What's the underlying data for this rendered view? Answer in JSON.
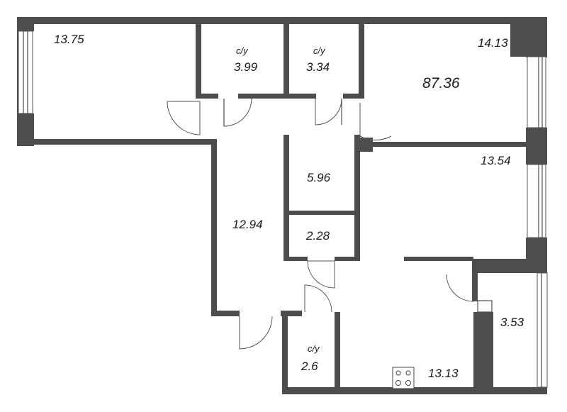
{
  "plan": {
    "total_area": "87.36",
    "rooms": [
      {
        "id": "room-left",
        "area": "13.75"
      },
      {
        "id": "room-top-right",
        "area": "14.13"
      },
      {
        "id": "bathroom-1",
        "label": "с/у",
        "area": "3.99"
      },
      {
        "id": "bathroom-2",
        "label": "с/у",
        "area": "3.34"
      },
      {
        "id": "storage",
        "area": "5.96"
      },
      {
        "id": "room-right",
        "area": "13.54"
      },
      {
        "id": "hallway",
        "area": "12.94"
      },
      {
        "id": "closet",
        "area": "2.28"
      },
      {
        "id": "balcony",
        "area": "3.53"
      },
      {
        "id": "bathroom-3",
        "label": "с/у",
        "area": "2.6"
      },
      {
        "id": "kitchen",
        "area": "13.13"
      }
    ]
  }
}
